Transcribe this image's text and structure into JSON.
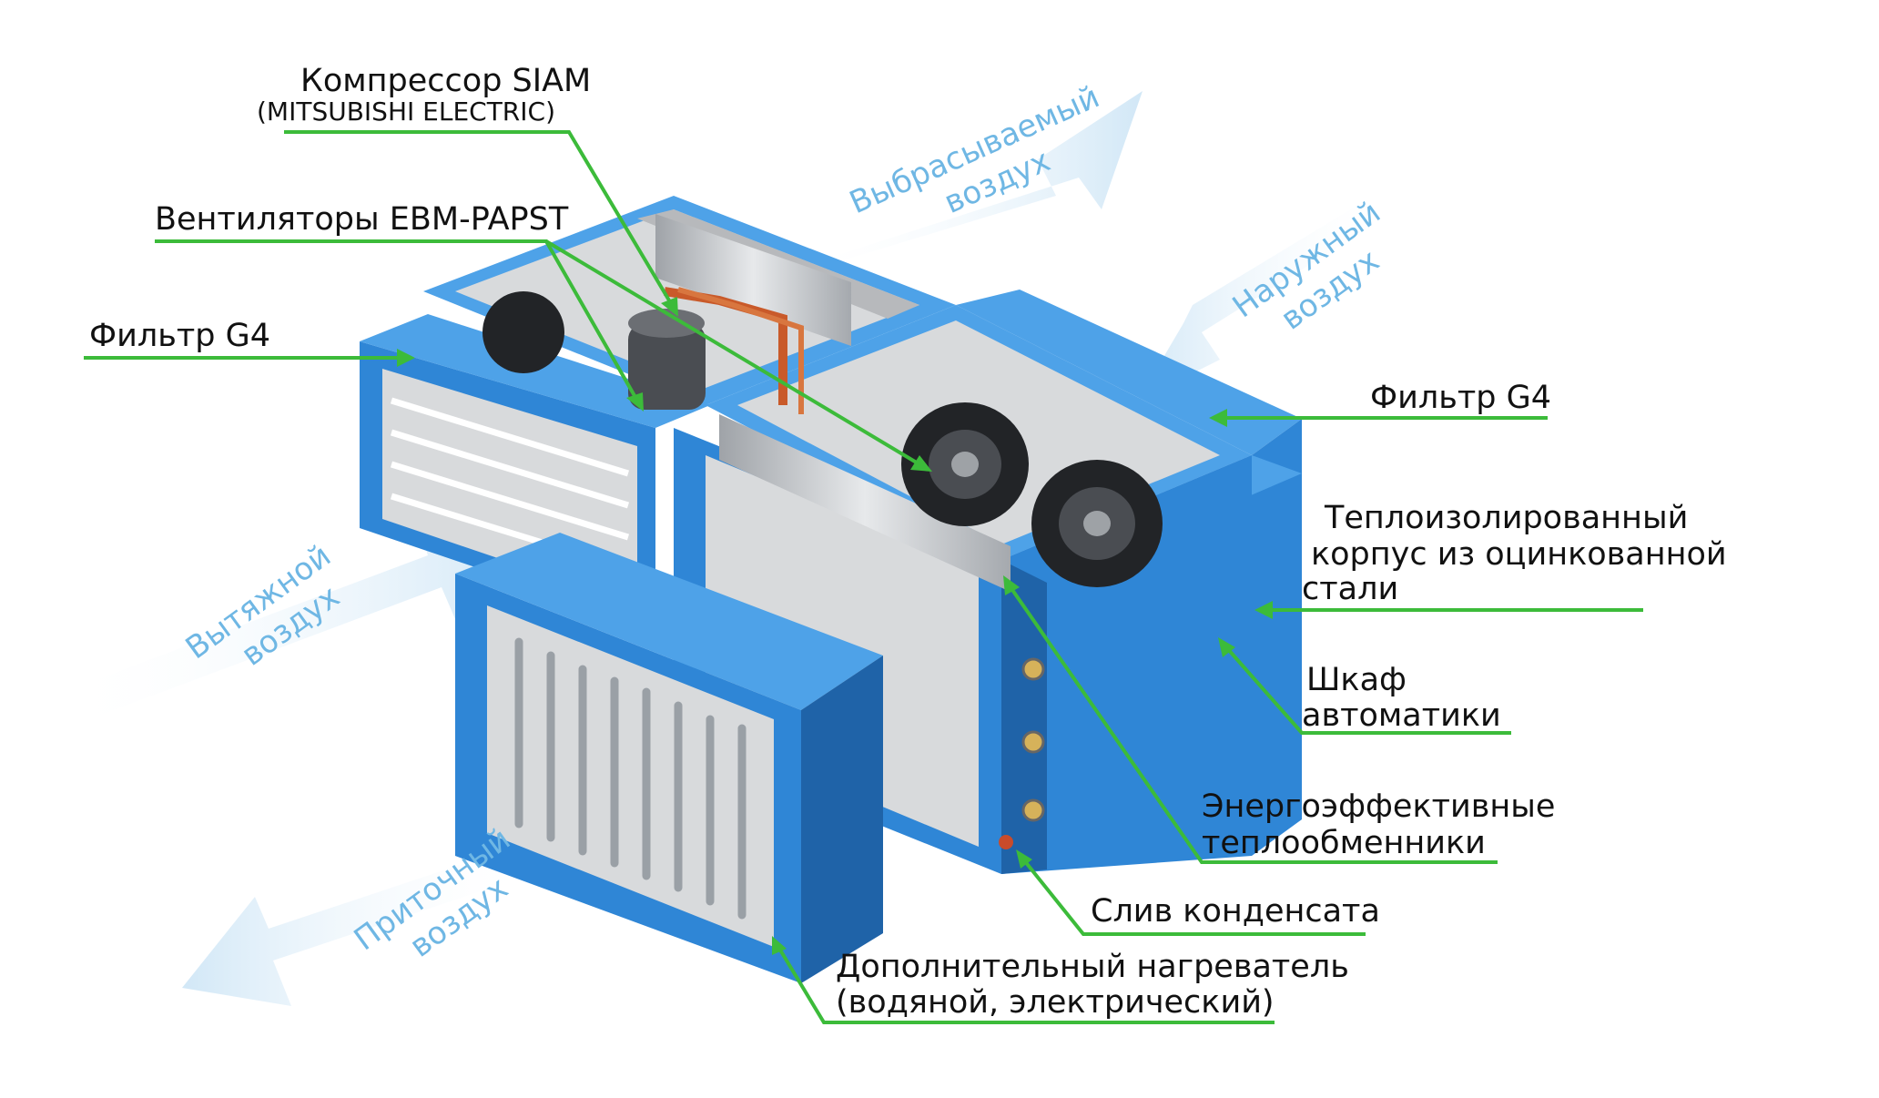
{
  "labels": {
    "compressor_line1": "Компрессор SIAM",
    "compressor_line2": "(MITSUBISHI ELECTRIC)",
    "fans": "Вентиляторы EBM-PAPST",
    "filter_left": "Фильтр G4",
    "filter_right": "Фильтр G4",
    "housing_line1": "Теплоизолированный",
    "housing_line2": "корпус из оцинкованной",
    "housing_line3": "стали",
    "cabinet_line1": "Шкаф",
    "cabinet_line2": "автоматики",
    "exchangers_line1": "Энергоэффективные",
    "exchangers_line2": "теплообменники",
    "drain": "Слив конденсата",
    "heater_line1": "Дополнительный нагреватель",
    "heater_line2": "(водяной, электрический)"
  },
  "airflows": {
    "exhaust_out": {
      "line1": "Выбрасываемый",
      "line2": "воздух"
    },
    "outdoor": {
      "line1": "Наружный",
      "line2": "воздух"
    },
    "extract": {
      "line1": "Вытяжной",
      "line2": "воздух"
    },
    "supply": {
      "line1": "Приточный",
      "line2": "воздух"
    }
  },
  "colors": {
    "leader_line": "#3cbb3a",
    "unit_body": "#2f86d6",
    "airflow_arrow": "#d9ecf8",
    "airflow_text": "#6fb7e4"
  },
  "icons": {
    "compressor": "compressor-icon",
    "fan": "fan-icon",
    "heat_exchanger": "heat-exchanger-icon"
  }
}
